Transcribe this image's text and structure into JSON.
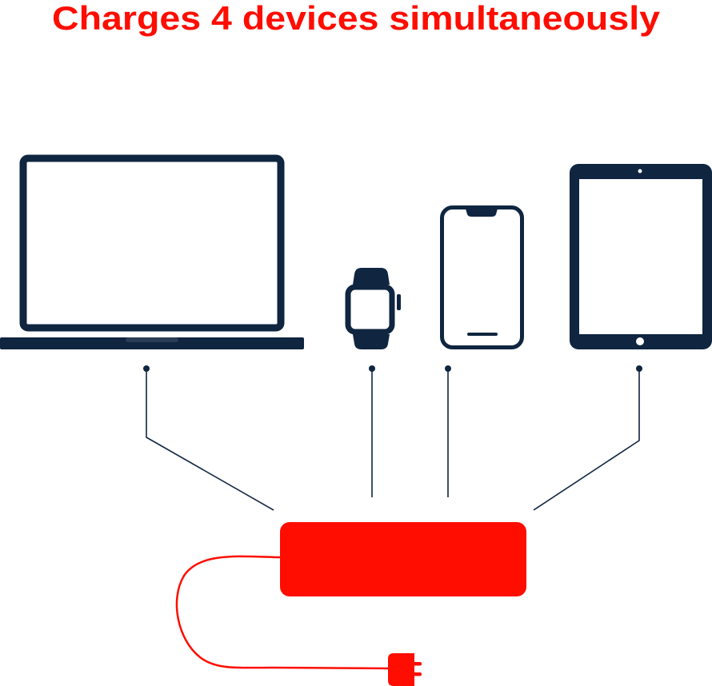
{
  "title": "Charges 4 devices simultaneously",
  "colors": {
    "accent": "#fe0d00",
    "device": "#0f2540",
    "background": "#ffffff"
  },
  "devices": [
    {
      "name": "laptop",
      "icon": "laptop-icon"
    },
    {
      "name": "smartwatch",
      "icon": "smartwatch-icon"
    },
    {
      "name": "smartphone",
      "icon": "smartphone-icon"
    },
    {
      "name": "tablet",
      "icon": "tablet-icon"
    }
  ],
  "charger": {
    "icon": "charger-icon",
    "plug_icon": "plug-icon"
  }
}
